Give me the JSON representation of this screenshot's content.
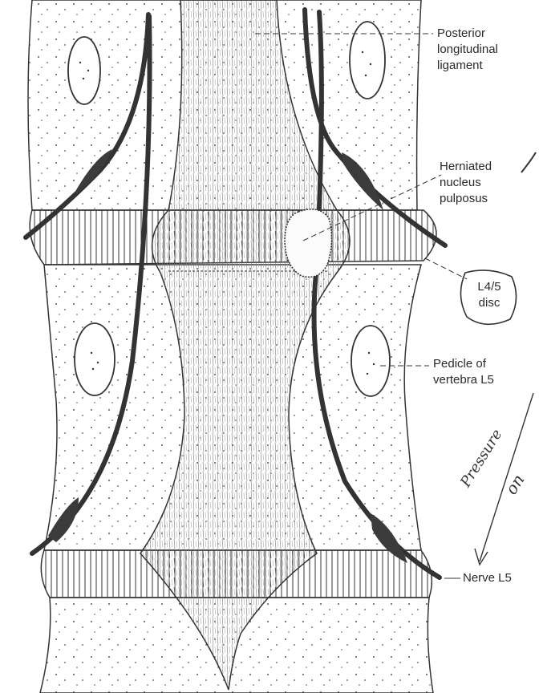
{
  "labels": {
    "posterior_ligament": [
      "Posterior",
      "longitudinal",
      "ligament"
    ],
    "herniated": [
      "Herniated",
      "nucleus",
      "pulposus"
    ],
    "disc": [
      "L4/5",
      "disc"
    ],
    "pedicle": [
      "Pedicle of",
      "vertebra L5"
    ],
    "nerve": "Nerve L5"
  },
  "handwriting": {
    "word1": "Pressure",
    "word2": "on"
  },
  "colors": {
    "ink": "#2a2a2a",
    "paper": "#ffffff",
    "nerve_fill": "#3b3b3b",
    "stipple": "#555555"
  }
}
